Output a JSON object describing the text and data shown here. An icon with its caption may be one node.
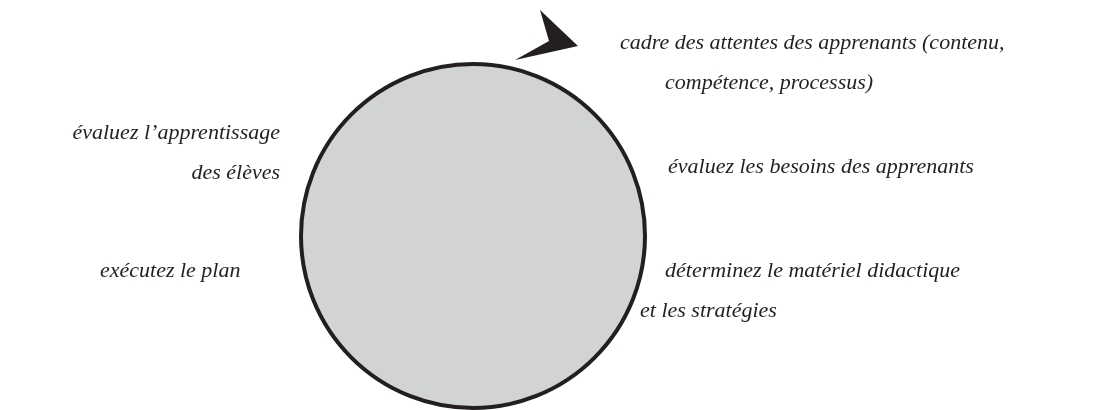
{
  "diagram": {
    "labels": [
      "cadre des attentes des apprenants (contenu, compétence, processus)",
      "évaluez l’apprentissage des élèves",
      "évaluez les besoins des apprenants",
      "exécutez le plan",
      "déterminez le matériel didactique et les stratégies"
    ]
  }
}
